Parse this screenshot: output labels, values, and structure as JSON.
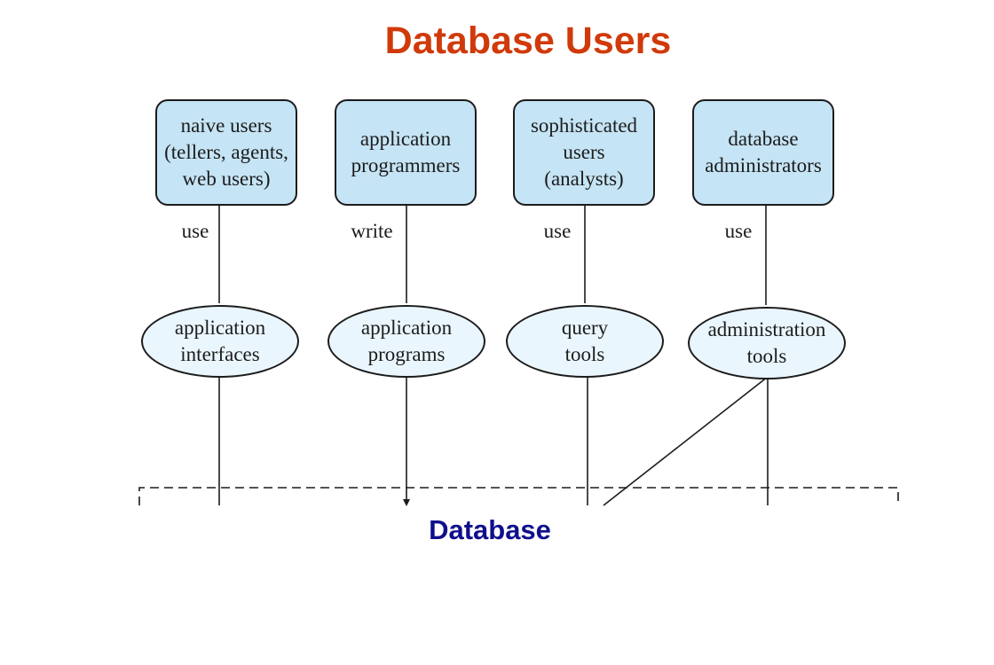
{
  "title": "Database Users",
  "users": [
    {
      "label": "naive users\n(tellers, agents,\nweb users)",
      "verb": "use",
      "tool": "application\ninterfaces"
    },
    {
      "label": "application\nprogrammers",
      "verb": "write",
      "tool": "application\nprograms"
    },
    {
      "label": "sophisticated\nusers\n(analysts)",
      "verb": "use",
      "tool": "query\ntools"
    },
    {
      "label": "database\nadministrators",
      "verb": "use",
      "tool": "administration\ntools"
    }
  ],
  "database_label": "Database",
  "colors": {
    "title": "#d03a0b",
    "user_box_fill": "#c5e4f5",
    "tool_fill": "#eaf6fd",
    "database_label": "#0f0f8c"
  }
}
